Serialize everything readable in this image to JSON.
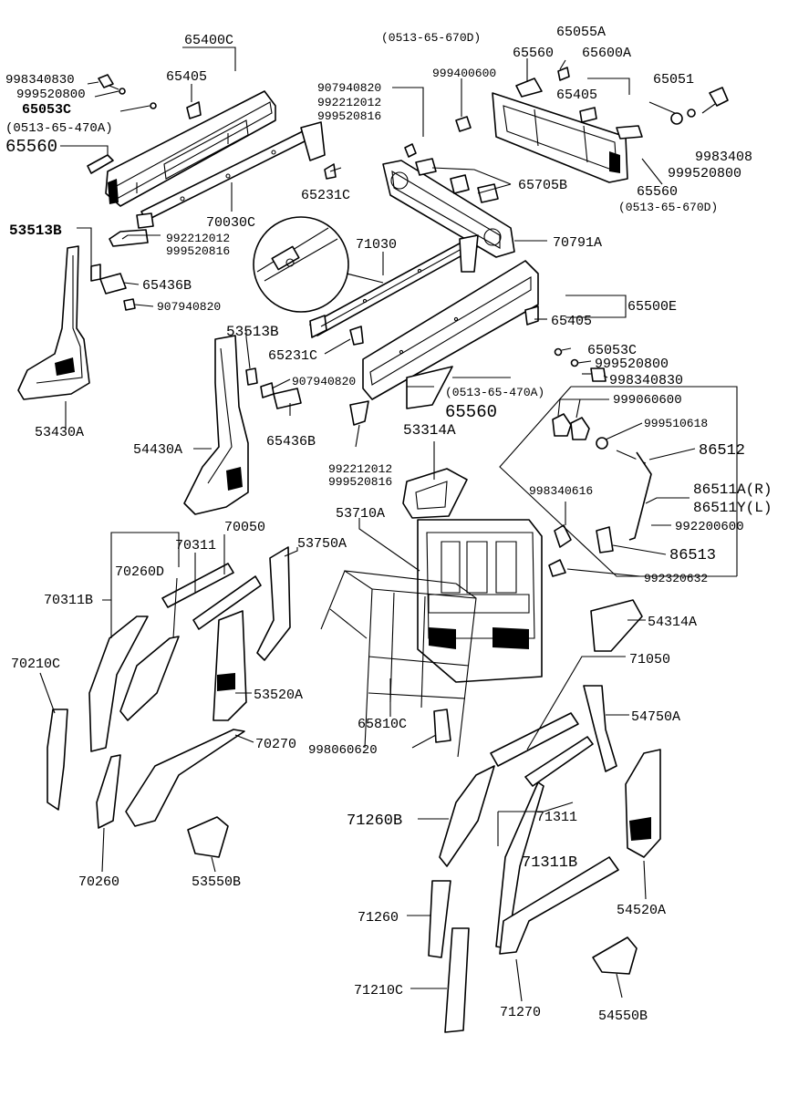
{
  "labels": [
    "65400C",
    "65405",
    "998340830",
    "999520800",
    "65053C",
    "(0513-65-470A)",
    "65560",
    "907940820",
    "992212012",
    "999520816",
    "(0513-65-670D)",
    "65560",
    "65055A",
    "999400600",
    "65600A",
    "65051",
    "65405",
    "9983408",
    "999520800",
    "65560",
    "(0513-65-670D)",
    "65231C",
    "65705B",
    "70030C",
    "992212012",
    "999520816",
    "53513B",
    "71030",
    "70791A",
    "65436B",
    "907940820",
    "65500E",
    "65405",
    "53513B",
    "65231C",
    "65053C",
    "999520800",
    "998340830",
    "907940820",
    "(0513-65-470A)",
    "65560",
    "999060600",
    "999510618",
    "53430A",
    "54430A",
    "65436B",
    "53314A",
    "86512",
    "992212012",
    "999520816",
    "998340616",
    "86511A(R)",
    "86511Y(L)",
    "992200600",
    "86513",
    "992320632",
    "70050",
    "53710A",
    "70311",
    "53750A",
    "70260D",
    "70311B",
    "54314A",
    "70210C",
    "71050",
    "54750A",
    "53520A",
    "65810C",
    "70270",
    "998060620",
    "71260B",
    "71311",
    "71311B",
    "70260",
    "53550B",
    "54520A",
    "71260",
    "71210C",
    "71270",
    "54550B"
  ]
}
